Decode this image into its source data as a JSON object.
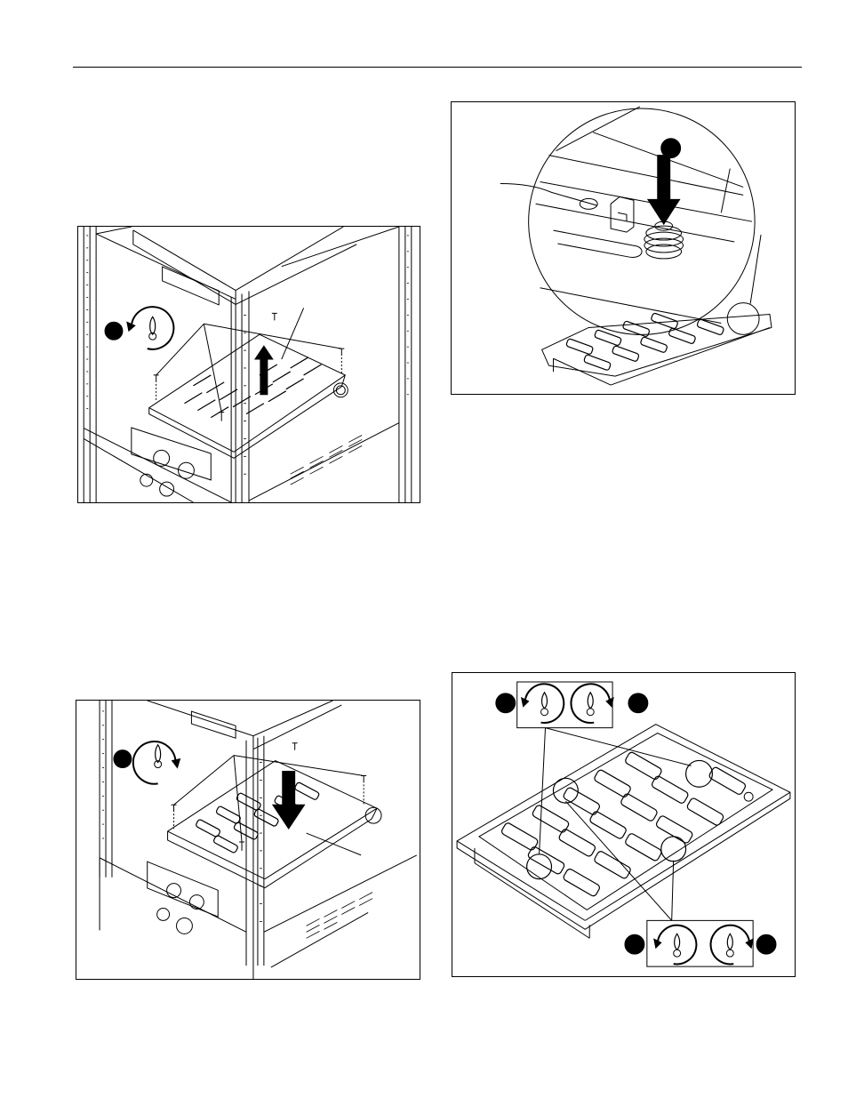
{
  "figures": [
    {
      "id": "fig-a",
      "callout": "",
      "leader_label": ""
    },
    {
      "id": "fig-b",
      "callout": "",
      "leader_label": ""
    },
    {
      "id": "fig-c",
      "callout": "",
      "leader_label": ""
    },
    {
      "id": "fig-d",
      "callout_top_left": "",
      "callout_top_right": "",
      "callout_bottom_left": "",
      "callout_bottom_right": ""
    }
  ],
  "icons": {
    "remove_screw": "counterclockwise-screw-icon",
    "install_screw": "clockwise-screw-icon",
    "direction_up": "arrow-up-icon",
    "direction_down": "arrow-down-icon"
  },
  "colors": {
    "line": "#000000",
    "paper": "#ffffff"
  }
}
